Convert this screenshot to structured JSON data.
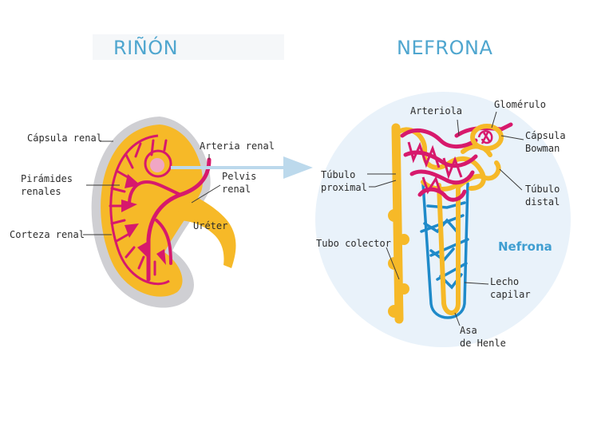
{
  "titles": {
    "kidney": "RIÑÓN",
    "nephron": "NEFRONA"
  },
  "labels": {
    "capsula_renal": "Cápsula renal",
    "piramides_1": "Pirámides",
    "piramides_2": "renales",
    "corteza_renal": "Corteza renal",
    "arteria_renal": "Arteria renal",
    "pelvis_1": "Pelvis",
    "pelvis_2": "renal",
    "ureter": "Uréter",
    "arteriola": "Arteriola",
    "glomerulo": "Glomérulo",
    "capsula_bowman_1": "Cápsula",
    "capsula_bowman_2": "Bowman",
    "tubulo_proximal_1": "Túbulo",
    "tubulo_proximal_2": "proximal",
    "tubulo_distal_1": "Túbulo",
    "tubulo_distal_2": "distal",
    "nefrona": "Nefrona",
    "tubo_colector": "Tubo colector",
    "lecho_1": "Lecho",
    "lecho_2": "capilar",
    "asa_1": "Asa",
    "asa_2": "de Henle"
  },
  "colors": {
    "title": "#4fa6cf",
    "kidney_yellow": "#f6b928",
    "kidney_outline": "#cfcfd3",
    "artery_magenta": "#d7196c",
    "capillary_blue": "#1f8ac9",
    "circle_bg": "#e9f2fa",
    "arrow": "#bcd9ec"
  }
}
